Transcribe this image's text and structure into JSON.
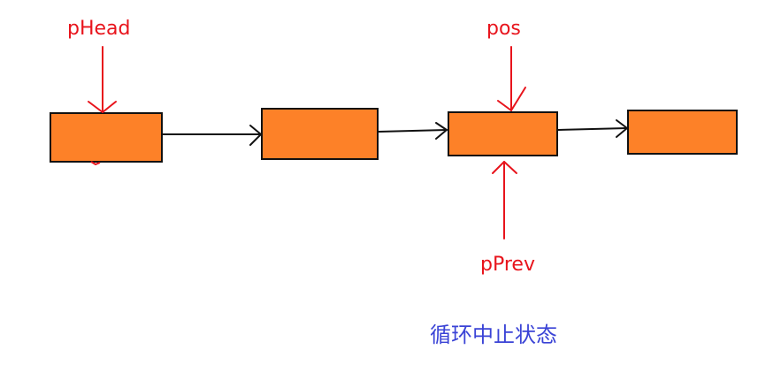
{
  "diagram": {
    "kind": "singly-linked-list",
    "node_count": 4,
    "node_color": "#fd8128",
    "link_color": "#111111",
    "pointer_color": "#e8141c",
    "caption_color": "#3a43d6",
    "pointers": {
      "head": "pHead",
      "pos": "pos",
      "prev": "pPrev"
    },
    "caption": "循环中止状态"
  }
}
